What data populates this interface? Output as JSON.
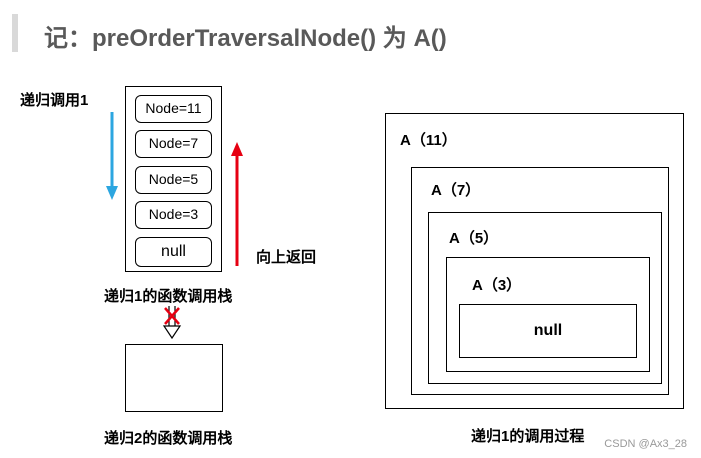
{
  "title": "记：preOrderTraversalNode() 为 A()",
  "call_label": "递归调用1",
  "return_label": "向上返回",
  "stack1": {
    "items": [
      "Node=11",
      "Node=7",
      "Node=5",
      "Node=3",
      "null"
    ],
    "caption": "递归1的函数调用栈"
  },
  "stack2": {
    "caption": "递归2的函数调用栈"
  },
  "nested": {
    "levels": [
      "A（11）",
      "A（7）",
      "A（5）",
      "A（3）"
    ],
    "inner": "null",
    "caption": "递归1的调用过程"
  },
  "watermark": "CSDN @Ax3_28",
  "colors": {
    "call_arrow": "#2ca6e0",
    "return_arrow": "#e60012",
    "cross": "#e60012",
    "title": "#595959"
  }
}
